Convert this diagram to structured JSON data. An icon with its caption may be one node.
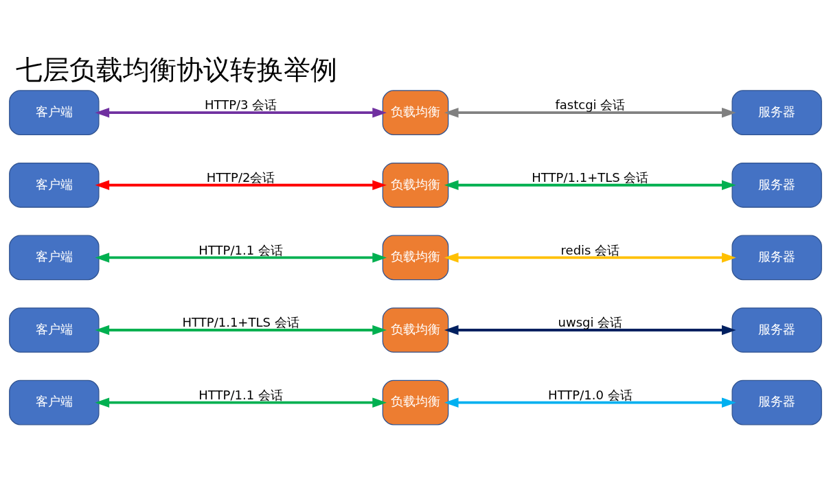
{
  "diagram": {
    "title": "七层负载均衡协议转换举例",
    "nodes": [
      {
        "text": [
          "客户端"
        ]
      },
      {
        "text": [
          "负载均衡"
        ]
      },
      {
        "text": [
          "服务器"
        ]
      },
      {
        "text": [
          "客户端"
        ]
      },
      {
        "text": [
          "负载均衡"
        ]
      },
      {
        "text": [
          "服务器"
        ]
      },
      {
        "text": [
          "客户端"
        ]
      },
      {
        "text": [
          "负载均衡"
        ]
      },
      {
        "text": [
          "服务器"
        ]
      },
      {
        "text": [
          "客户端"
        ]
      },
      {
        "text": [
          "负载均衡"
        ]
      },
      {
        "text": [
          "服务器"
        ]
      },
      {
        "text": [
          "客户端"
        ]
      },
      {
        "text": [
          "负载均衡"
        ]
      },
      {
        "text": [
          "服务器"
        ]
      }
    ],
    "edges": [
      {
        "from": 0,
        "to": 1,
        "arrow": "both",
        "label": "HTTP/1.1 会话"
      },
      {
        "from": 1,
        "to": 2,
        "arrow": "both",
        "label": "HTTP/1.0 会话",
        "color": "#00b0f0"
      },
      {
        "from": 3,
        "to": 4,
        "arrow": "both",
        "label": "HTTP/1.1+TLS 会话"
      },
      {
        "from": 4,
        "to": 5,
        "arrow": "both",
        "label": "uwsgi 会话",
        "color": "#002060"
      },
      {
        "from": 6,
        "to": 7,
        "arrow": "both",
        "label": "HTTP/1.1 会话"
      },
      {
        "from": 7,
        "to": 8,
        "arrow": "both",
        "label": "redis 会话",
        "color": "#ffc000"
      },
      {
        "from": 9,
        "to": 10,
        "arrow": "both",
        "label": "HTTP/2会话",
        "color": "#ff0000"
      },
      {
        "from": 10,
        "to": 11,
        "arrow": "both",
        "label": "HTTP/1.1+TLS 会话"
      },
      {
        "from": 12,
        "to": 13,
        "arrow": "both",
        "label": "HTTP/3 会话",
        "color": "#7030a0"
      },
      {
        "from": 13,
        "to": 14,
        "arrow": "both",
        "label": "fastcgi 会话",
        "color": "#808080"
      }
    ]
  }
}
